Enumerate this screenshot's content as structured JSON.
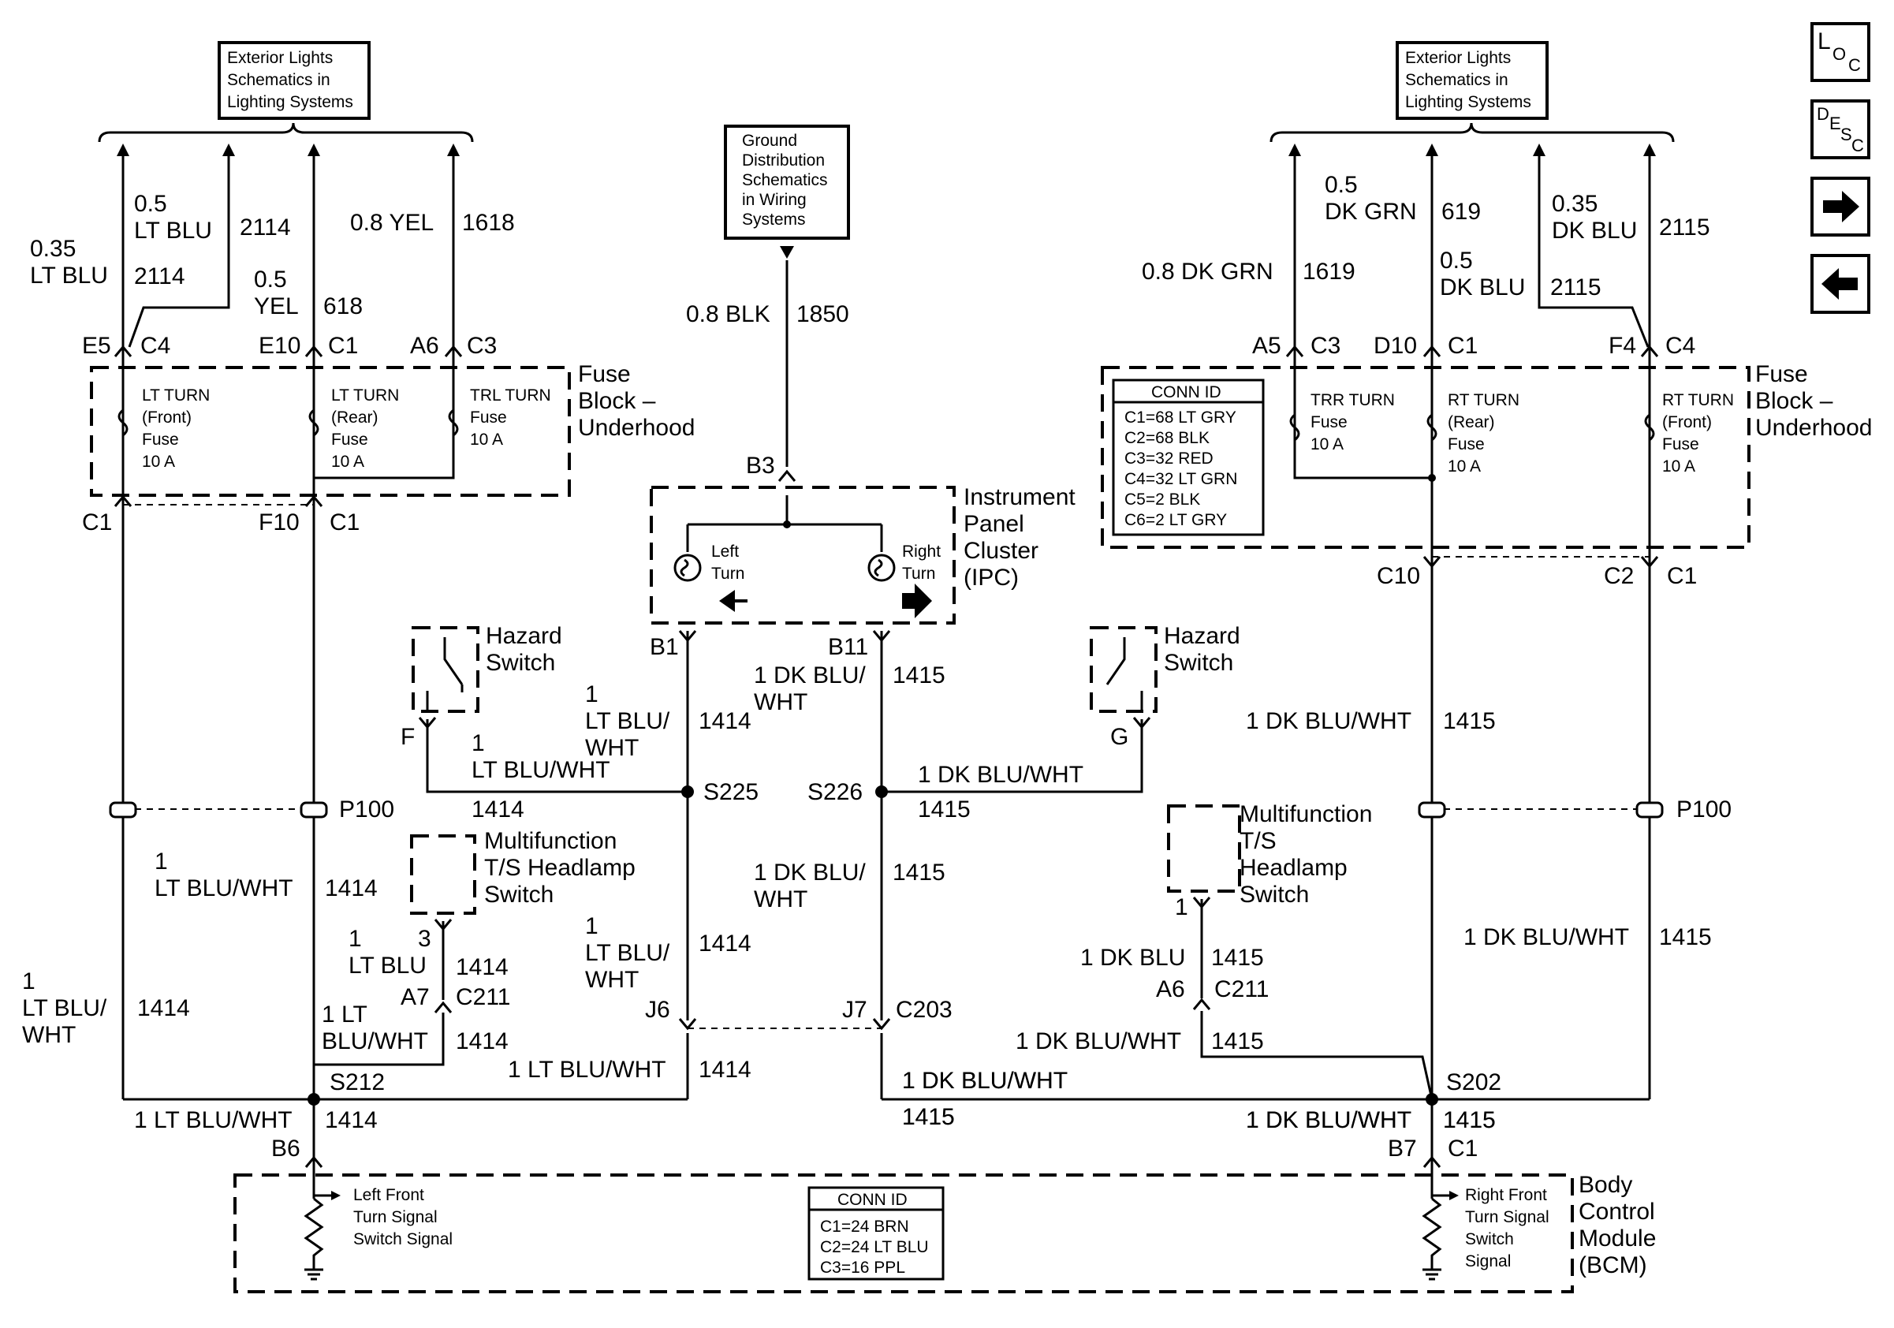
{
  "refs": {
    "ext_lights_left": [
      "Exterior Lights",
      "Schematics in",
      "Lighting Systems"
    ],
    "ext_lights_right": [
      "Exterior Lights",
      "Schematics in",
      "Lighting Systems"
    ],
    "ground_dist": [
      "Ground",
      "Distribution",
      "Schematics",
      "in Wiring",
      "Systems"
    ]
  },
  "nav": {
    "loc_letters": [
      "L",
      "O",
      "C"
    ],
    "desc_letters": [
      "D",
      "E",
      "S",
      "C"
    ],
    "forward_icon": "arrow-right-icon",
    "back_icon": "arrow-left-icon"
  },
  "fuse_block": {
    "label_left": [
      "Fuse",
      "Block –",
      "Underhood"
    ],
    "label_right": [
      "Fuse",
      "Block –",
      "Underhood"
    ],
    "fuses": [
      {
        "lines": [
          "LT TURN",
          "(Front)",
          "Fuse",
          "10 A"
        ]
      },
      {
        "lines": [
          "LT TURN",
          "(Rear)",
          "Fuse",
          "10 A"
        ]
      },
      {
        "lines": [
          "TRL TURN",
          "Fuse",
          "10 A"
        ]
      },
      {
        "lines": [
          "TRR TURN",
          "Fuse",
          "10 A"
        ]
      },
      {
        "lines": [
          "RT TURN",
          "(Rear)",
          "Fuse",
          "10 A"
        ]
      },
      {
        "lines": [
          "RT TURN",
          "(Front)",
          "Fuse",
          "10 A"
        ]
      }
    ],
    "conn_id_title": "CONN ID",
    "conn_id": [
      "C1=68 LT GRY",
      "C2=68 BLK",
      "C3=32 RED",
      "C4=32 LT GRN",
      "C5=2 BLK",
      "C6=2 LT GRY"
    ]
  },
  "ipc": {
    "label": [
      "Instrument",
      "Panel",
      "Cluster",
      "(IPC)"
    ],
    "left_turn": [
      "Left",
      "Turn"
    ],
    "right_turn": [
      "Right",
      "Turn"
    ]
  },
  "hazard": {
    "label": [
      "Hazard",
      "Switch"
    ]
  },
  "mfs_left": {
    "label": [
      "Multifunction",
      "T/S Headlamp",
      "Switch"
    ]
  },
  "mfs_right": {
    "label": [
      "Multifunction",
      "T/S",
      "Headlamp",
      "Switch"
    ]
  },
  "bcm": {
    "label": [
      "Body",
      "Control",
      "Module",
      "(BCM)"
    ],
    "left_signal": [
      "Left Front",
      "Turn Signal",
      "Switch Signal"
    ],
    "right_signal": [
      "Right Front",
      "Turn Signal",
      "Switch",
      "Signal"
    ],
    "conn_id_title": "CONN ID",
    "conn_id": [
      "C1=24 BRN",
      "C2=24 LT BLU",
      "C3=16 PPL"
    ]
  },
  "labels": [
    {
      "id": "w1",
      "lines": [
        "0.35",
        "LT BLU"
      ]
    },
    {
      "id": "w1n",
      "lines": [
        "2114"
      ]
    },
    {
      "id": "w2",
      "lines": [
        "0.5",
        "LT BLU"
      ]
    },
    {
      "id": "w2n",
      "lines": [
        "2114"
      ]
    },
    {
      "id": "w3",
      "lines": [
        "0.5",
        "YEL"
      ]
    },
    {
      "id": "w3n",
      "lines": [
        "618"
      ]
    },
    {
      "id": "w4",
      "lines": [
        "0.8 YEL"
      ]
    },
    {
      "id": "w4n",
      "lines": [
        "1618"
      ]
    },
    {
      "id": "p_e5",
      "lines": [
        "E5"
      ]
    },
    {
      "id": "p_c4a",
      "lines": [
        "C4"
      ]
    },
    {
      "id": "p_e10",
      "lines": [
        "E10"
      ]
    },
    {
      "id": "p_c1a",
      "lines": [
        "C1"
      ]
    },
    {
      "id": "p_a6",
      "lines": [
        "A6"
      ]
    },
    {
      "id": "p_c3a",
      "lines": [
        "C3"
      ]
    },
    {
      "id": "p_c1b",
      "lines": [
        "C1"
      ]
    },
    {
      "id": "p_f10",
      "lines": [
        "F10"
      ]
    },
    {
      "id": "p_c1c",
      "lines": [
        "C1"
      ]
    },
    {
      "id": "gnd_w",
      "lines": [
        "0.8 BLK"
      ]
    },
    {
      "id": "gnd_n",
      "lines": [
        "1850"
      ]
    },
    {
      "id": "p_b3",
      "lines": [
        "B3"
      ]
    },
    {
      "id": "p_b1",
      "lines": [
        "B1"
      ]
    },
    {
      "id": "p_b11",
      "lines": [
        "B11"
      ]
    },
    {
      "id": "r1",
      "lines": [
        "0.5",
        "DK GRN"
      ]
    },
    {
      "id": "r1n",
      "lines": [
        "619"
      ]
    },
    {
      "id": "r2",
      "lines": [
        "0.8 DK GRN"
      ]
    },
    {
      "id": "r2n",
      "lines": [
        "1619"
      ]
    },
    {
      "id": "r3",
      "lines": [
        "0.5",
        "DK BLU"
      ]
    },
    {
      "id": "r4",
      "lines": [
        "0.35",
        "DK BLU"
      ]
    },
    {
      "id": "r4n",
      "lines": [
        "2115"
      ]
    },
    {
      "id": "r5n",
      "lines": [
        "2115"
      ]
    },
    {
      "id": "p_a5",
      "lines": [
        "A5"
      ]
    },
    {
      "id": "p_c3b",
      "lines": [
        "C3"
      ]
    },
    {
      "id": "p_d10",
      "lines": [
        "D10"
      ]
    },
    {
      "id": "p_c1d",
      "lines": [
        "C1"
      ]
    },
    {
      "id": "p_f4",
      "lines": [
        "F4"
      ]
    },
    {
      "id": "p_c4b",
      "lines": [
        "C4"
      ]
    },
    {
      "id": "p_c10",
      "lines": [
        "C10"
      ]
    },
    {
      "id": "p_c2",
      "lines": [
        "C2"
      ]
    },
    {
      "id": "p_c1e",
      "lines": [
        "C1"
      ]
    },
    {
      "id": "p_f",
      "lines": [
        "F"
      ]
    },
    {
      "id": "p_g",
      "lines": [
        "G"
      ]
    },
    {
      "id": "m1",
      "lines": [
        "1",
        "LT BLU/",
        "WHT"
      ]
    },
    {
      "id": "m1n",
      "lines": [
        "1414"
      ]
    },
    {
      "id": "m2",
      "lines": [
        "1",
        "LT BLU/WHT"
      ]
    },
    {
      "id": "m2n",
      "lines": [
        "1414"
      ]
    },
    {
      "id": "m3",
      "lines": [
        "1 DK BLU/",
        "WHT"
      ]
    },
    {
      "id": "m3n",
      "lines": [
        "1415"
      ]
    },
    {
      "id": "m4",
      "lines": [
        "1 DK BLU/WHT"
      ]
    },
    {
      "id": "m4n",
      "lines": [
        "1415"
      ]
    },
    {
      "id": "m5",
      "lines": [
        "1 DK BLU/WHT"
      ]
    },
    {
      "id": "m5n",
      "lines": [
        "1415"
      ]
    },
    {
      "id": "s225",
      "lines": [
        "S225"
      ]
    },
    {
      "id": "s226",
      "lines": [
        "S226"
      ]
    },
    {
      "id": "p100a",
      "lines": [
        "P100"
      ]
    },
    {
      "id": "p100b",
      "lines": [
        "P100"
      ]
    },
    {
      "id": "m6",
      "lines": [
        "1",
        "LT BLU/WHT"
      ]
    },
    {
      "id": "m6n",
      "lines": [
        "1414"
      ]
    },
    {
      "id": "m7",
      "lines": [
        "1 DK BLU/",
        "WHT"
      ]
    },
    {
      "id": "m7n",
      "lines": [
        "1415"
      ]
    },
    {
      "id": "m8",
      "lines": [
        "1",
        "LT BLU/",
        "WHT"
      ]
    },
    {
      "id": "m8n",
      "lines": [
        "1414"
      ]
    },
    {
      "id": "m9",
      "lines": [
        "1",
        "LT BLU"
      ]
    },
    {
      "id": "m9n",
      "lines": [
        "1414"
      ]
    },
    {
      "id": "p_3",
      "lines": [
        "3"
      ]
    },
    {
      "id": "p_a7",
      "lines": [
        "A7"
      ]
    },
    {
      "id": "p_c211a",
      "lines": [
        "C211"
      ]
    },
    {
      "id": "m10",
      "lines": [
        "1",
        "LT BLU/",
        "WHT"
      ]
    },
    {
      "id": "m10n",
      "lines": [
        "1414"
      ]
    },
    {
      "id": "m11",
      "lines": [
        "1 LT",
        "BLU/WHT"
      ]
    },
    {
      "id": "m11n",
      "lines": [
        "1414"
      ]
    },
    {
      "id": "p_j6",
      "lines": [
        "J6"
      ]
    },
    {
      "id": "p_j7",
      "lines": [
        "J7"
      ]
    },
    {
      "id": "p_c203",
      "lines": [
        "C203"
      ]
    },
    {
      "id": "m12",
      "lines": [
        "1 LT BLU/WHT"
      ]
    },
    {
      "id": "m12n",
      "lines": [
        "1414"
      ]
    },
    {
      "id": "m13",
      "lines": [
        "1 DK BLU/WHT"
      ]
    },
    {
      "id": "m13n",
      "lines": [
        "1415"
      ]
    },
    {
      "id": "s212",
      "lines": [
        "S212"
      ]
    },
    {
      "id": "s202",
      "lines": [
        "S202"
      ]
    },
    {
      "id": "m14",
      "lines": [
        "1 LT BLU/WHT"
      ]
    },
    {
      "id": "m14n",
      "lines": [
        "1414"
      ]
    },
    {
      "id": "m15",
      "lines": [
        "1 DK BLU/WHT"
      ]
    },
    {
      "id": "m15n",
      "lines": [
        "1415"
      ]
    },
    {
      "id": "p_b6",
      "lines": [
        "B6"
      ]
    },
    {
      "id": "p_b7",
      "lines": [
        "B7"
      ]
    },
    {
      "id": "p_c1f",
      "lines": [
        "C1"
      ]
    },
    {
      "id": "m16",
      "lines": [
        "1 DK BLU/WHT"
      ]
    },
    {
      "id": "m16n",
      "lines": [
        "1415"
      ]
    },
    {
      "id": "p_1",
      "lines": [
        "1"
      ]
    },
    {
      "id": "m17",
      "lines": [
        "1 DK BLU"
      ]
    },
    {
      "id": "m17n",
      "lines": [
        "1415"
      ]
    },
    {
      "id": "p_a6b",
      "lines": [
        "A6"
      ]
    },
    {
      "id": "p_c211b",
      "lines": [
        "C211"
      ]
    },
    {
      "id": "m18",
      "lines": [
        "1 DK BLU/WHT"
      ]
    },
    {
      "id": "m18n",
      "lines": [
        "1415"
      ]
    },
    {
      "id": "m19",
      "lines": [
        "1 DK BLU/WHT"
      ]
    },
    {
      "id": "m19n",
      "lines": [
        "1415"
      ]
    },
    {
      "id": "m20",
      "lines": [
        "1 DK BLU/WHT"
      ]
    },
    {
      "id": "m20n",
      "lines": [
        "1415"
      ]
    }
  ]
}
